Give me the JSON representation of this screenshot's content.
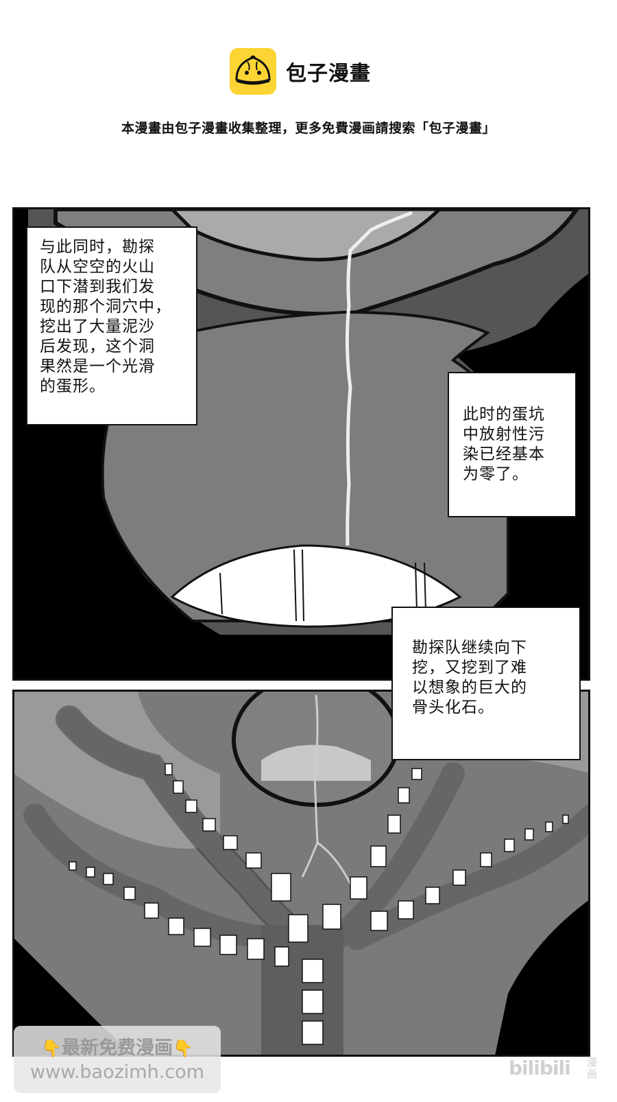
{
  "header": {
    "logo_text": "包子漫畫",
    "logo_icon": "steamed-bun-icon",
    "logo_bg_color": "#fcd535",
    "notice": "本漫畫由包子漫畫收集整理，更多免費漫画請搜索「包子漫畫」"
  },
  "panels": [
    {
      "id": 1,
      "captions": [
        "与此同时，勘探\n队从空空的火山\n口下潜到我们发\n现的那个洞穴中，\n挖出了大量泥沙\n后发现，这个洞\n果然是一个光滑\n的蛋形。",
        "此时的蛋坑\n中放射性污\n染已经基本\n为零了。"
      ]
    },
    {
      "id": 2,
      "captions": [
        "勘探队继续向下\n挖，又挖到了难\n以想象的巨大的\n骨头化石。"
      ]
    }
  ],
  "watermark": {
    "line1": "最新免费漫画",
    "line2": "www.baozimh.com",
    "hand_icon": "pointing-down-hand-icon"
  },
  "publisher": {
    "brand": "bilibili",
    "sub": "漫画"
  }
}
